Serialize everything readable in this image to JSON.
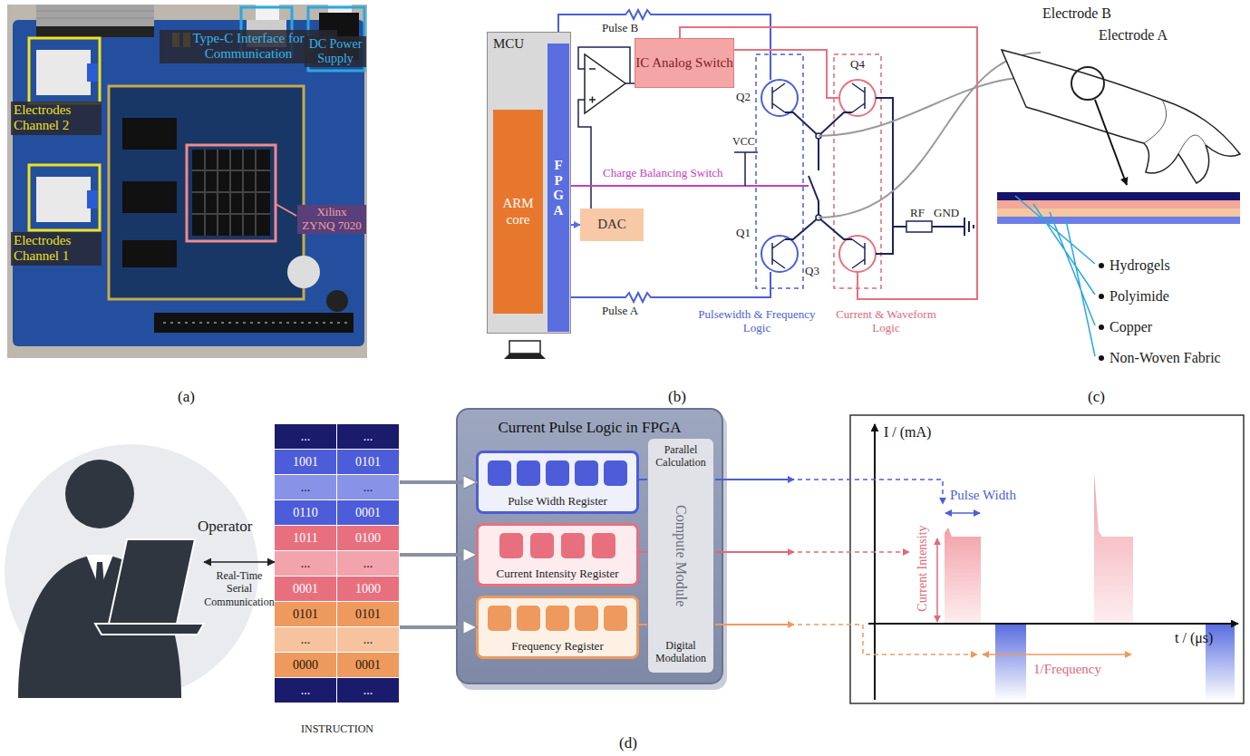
{
  "diagram": {
    "nodes": [
      {
        "text": [
          "MCU"
        ]
      },
      {
        "text": [
          "ARM core"
        ],
        "in": 0
      },
      {
        "text": [
          "FPGA"
        ],
        "in": 0
      },
      {
        "text": [
          "DAC"
        ]
      },
      {
        "text": [
          "IC Analog Switch"
        ]
      },
      {
        "text": [
          "Operator"
        ]
      },
      {
        "text": [
          "INSTRUCTION"
        ]
      },
      {
        "text": [
          "Current Pulse Logic in FPGA"
        ]
      },
      {
        "text": [
          "Pulse Width Register"
        ],
        "in": 7
      },
      {
        "text": [
          "Current Intensity Register"
        ],
        "in": 7
      },
      {
        "text": [
          "Frequency Register"
        ],
        "in": 7
      },
      {
        "text": [
          "Parallel Calculation",
          "Compute Module",
          "Digital Modulation"
        ],
        "in": 7
      }
    ],
    "edges": [
      {
        "from": 2,
        "to": 3,
        "arrow": "to"
      },
      {
        "from": 5,
        "to": 6,
        "label": "Real-Time Serial Communication",
        "arrow": "both"
      },
      {
        "from": 6,
        "to": 8,
        "arrow": "to"
      },
      {
        "from": 6,
        "to": 9,
        "arrow": "to"
      },
      {
        "from": 6,
        "to": 10,
        "arrow": "to"
      }
    ],
    "labels": [
      "Electrodes Channel 2",
      "Electrodes Channel 1",
      "Type-C Interface for Communication",
      "DC Power Supply",
      "Xilinx ZYNQ 7020",
      "Pulse B",
      "Pulse A",
      "Charge Balancing Switch",
      "VCC",
      "Q2",
      "Q4",
      "Q1",
      "Q3",
      "RF",
      "GND",
      "Pulsewidth & Frequency Logic",
      "Current & Waveform Logic",
      "Electrode B",
      "Electrode A",
      "Hydrogels",
      "Polyimide",
      "Copper",
      "Non-Woven Fabric",
      "...",
      "...",
      "1001",
      "0101",
      "...",
      "...",
      "0110",
      "0001",
      "1011",
      "0100",
      "...",
      "...",
      "0001",
      "1000",
      "0101",
      "0101",
      "...",
      "...",
      "0000",
      "0001",
      "...",
      "...",
      "I / (mA)",
      "t / (μs)",
      "Pulse Width",
      "Current Intensity",
      "1/Frequency",
      "(a)",
      "(b)",
      "(c)",
      "(d)"
    ]
  }
}
